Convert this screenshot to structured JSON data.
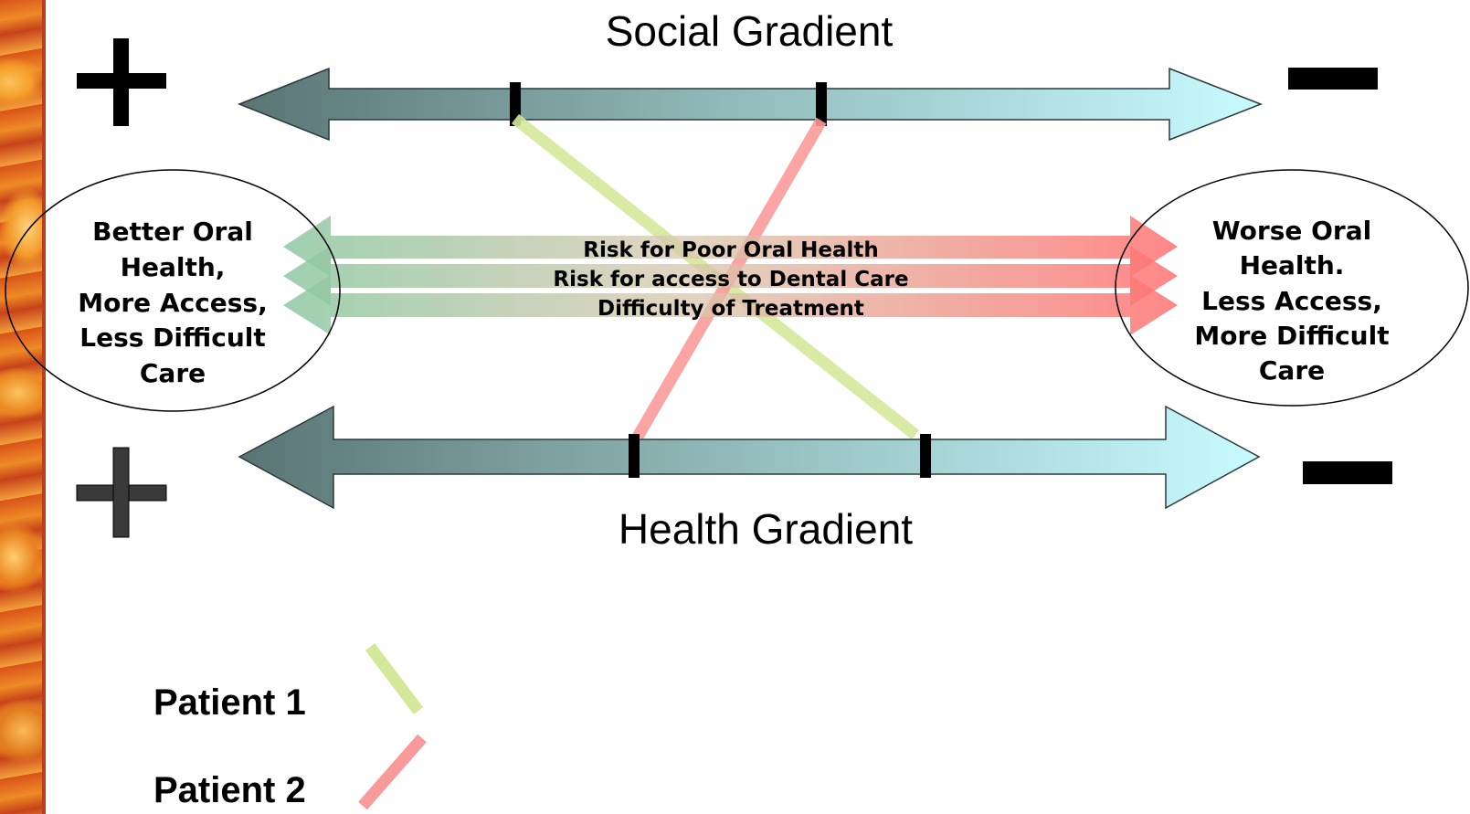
{
  "social_gradient": {
    "title": "Social Gradient",
    "plus": "+",
    "minus": "−"
  },
  "health_gradient": {
    "title": "Health Gradient",
    "plus": "+",
    "minus": "−"
  },
  "left_outcome": {
    "lines": [
      "Better Oral",
      "Health,",
      "More Access,",
      "Less Difficult",
      "Care"
    ]
  },
  "right_outcome": {
    "lines": [
      "Worse Oral",
      "Health.",
      "Less Access,",
      "More Difficult",
      "Care"
    ]
  },
  "risk_bands": [
    {
      "label": "Risk for Poor Oral Health"
    },
    {
      "label": "Risk for access to Dental Care"
    },
    {
      "label": "Difficulty of Treatment"
    }
  ],
  "legend": [
    {
      "label": "Patient 1",
      "color": "#d4e89a"
    },
    {
      "label": "Patient 2",
      "color": "#f99a9a"
    }
  ],
  "colors": {
    "arrow_dark": "#5a7878",
    "arrow_light": "#c8fbff",
    "band_green": "#7fbf98",
    "band_red": "#ff5a5a"
  }
}
